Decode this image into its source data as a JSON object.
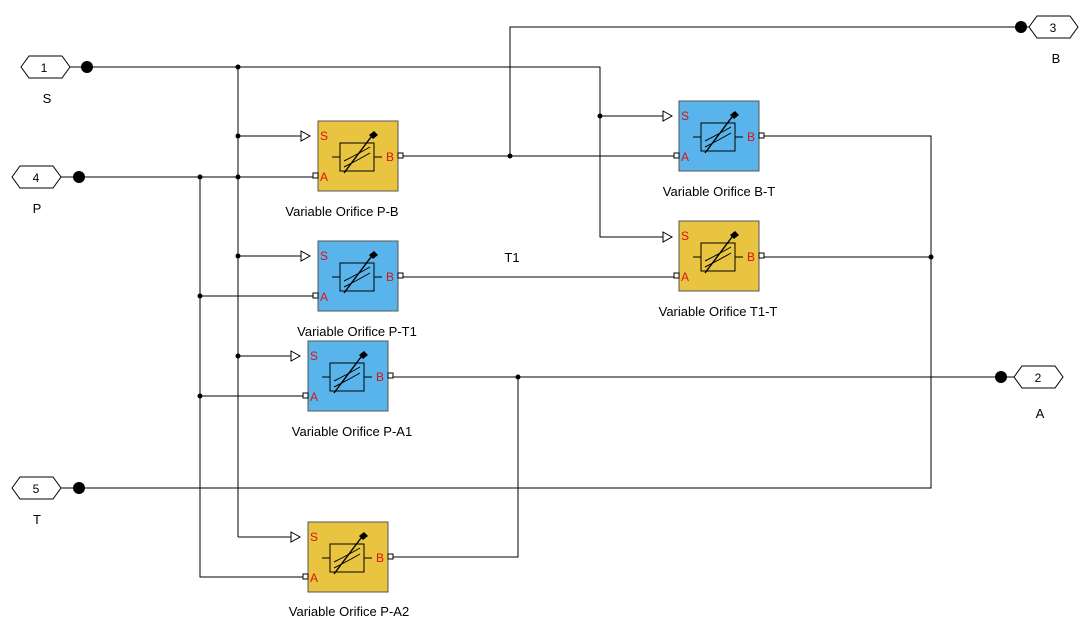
{
  "colors": {
    "block_yellow": "#e8c440",
    "block_blue": "#5ab4ec",
    "pin_red": "#e01010",
    "line": "#000000",
    "background": "#ffffff"
  },
  "ports": [
    {
      "id": "port-1",
      "number": "1",
      "label": "S"
    },
    {
      "id": "port-4",
      "number": "4",
      "label": "P"
    },
    {
      "id": "port-5",
      "number": "5",
      "label": "T"
    },
    {
      "id": "port-3",
      "number": "3",
      "label": "B"
    },
    {
      "id": "port-2",
      "number": "2",
      "label": "A"
    }
  ],
  "blocks": [
    {
      "id": "orifice-p-b",
      "label": "Variable Orifice P-B",
      "color": "yellow",
      "pins": {
        "s": "S",
        "a": "A",
        "b": "B"
      }
    },
    {
      "id": "orifice-p-t1",
      "label": "Variable Orifice P-T1",
      "color": "blue",
      "pins": {
        "s": "S",
        "a": "A",
        "b": "B"
      }
    },
    {
      "id": "orifice-p-a1",
      "label": "Variable Orifice P-A1",
      "color": "blue",
      "pins": {
        "s": "S",
        "a": "A",
        "b": "B"
      }
    },
    {
      "id": "orifice-p-a2",
      "label": "Variable Orifice P-A2",
      "color": "yellow",
      "pins": {
        "s": "S",
        "a": "A",
        "b": "B"
      }
    },
    {
      "id": "orifice-b-t",
      "label": "Variable Orifice B-T",
      "color": "blue",
      "pins": {
        "s": "S",
        "a": "A",
        "b": "B"
      }
    },
    {
      "id": "orifice-t1-t",
      "label": "Variable Orifice T1-T",
      "color": "yellow",
      "pins": {
        "s": "S",
        "a": "A",
        "b": "B"
      }
    }
  ],
  "wire_labels": {
    "t1": "T1"
  }
}
